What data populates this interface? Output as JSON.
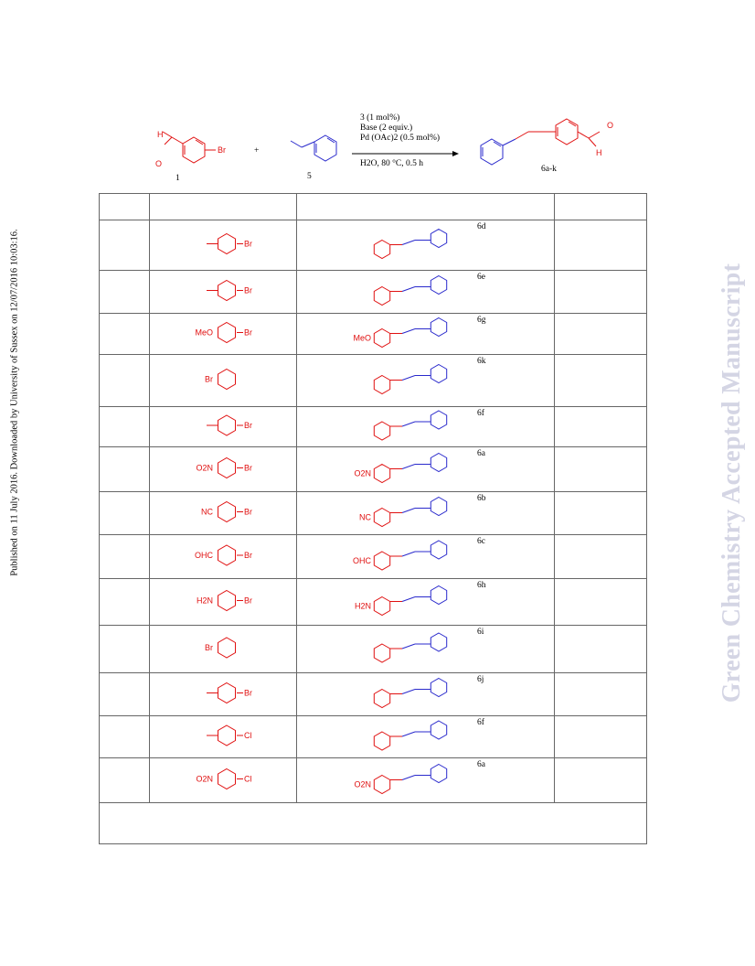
{
  "sidebar_text": "Published on 11 July 2016. Downloaded by University of Sussex on 12/07/2016 10:03:16.",
  "watermark": "Green Chemistry Accepted Manuscript",
  "scheme": {
    "reactant1_label": "1",
    "reactant1_sub": "Br",
    "reactant2_label": "5",
    "plus": "+",
    "product_label": "6a-k",
    "conditions": [
      "3 (1 mol%)",
      "Base (2 equiv.)",
      "Pd (OAc)2 (0.5 mol%)"
    ],
    "conditions_below": "H2O, 80 °C, 0.5 h"
  },
  "rows": [
    {
      "halide_left": "",
      "halide_right": "Br",
      "product_left": "",
      "product": "6d"
    },
    {
      "halide_left": "",
      "halide_right": "Br",
      "product_left": "",
      "product": "6e"
    },
    {
      "halide_left": "MeO",
      "halide_right": "Br",
      "product_left": "MeO",
      "product": "6g"
    },
    {
      "halide_left": "Br",
      "halide_right": "",
      "product_left": "",
      "product": "6k"
    },
    {
      "halide_left": "",
      "halide_right": "Br",
      "product_left": "",
      "product": "6f"
    },
    {
      "halide_left": "O2N",
      "halide_right": "Br",
      "product_left": "O2N",
      "product": "6a"
    },
    {
      "halide_left": "NC",
      "halide_right": "Br",
      "product_left": "NC",
      "product": "6b"
    },
    {
      "halide_left": "OHC",
      "halide_right": "Br",
      "product_left": "OHC",
      "product": "6c"
    },
    {
      "halide_left": "H2N",
      "halide_right": "Br",
      "product_left": "H2N",
      "product": "6h"
    },
    {
      "halide_left": "Br",
      "halide_right": "",
      "product_left": "",
      "product": "6i"
    },
    {
      "halide_left": "",
      "halide_right": "Br",
      "product_left": "",
      "product": "6j"
    },
    {
      "halide_left": "",
      "halide_right": "Cl",
      "product_left": "",
      "product": "6f"
    },
    {
      "halide_left": "O2N",
      "halide_right": "Cl",
      "product_left": "O2N",
      "product": "6a"
    }
  ],
  "colors": {
    "halide": "#e01010",
    "styrene": "#2a2acc",
    "watermark": "#d4d5e4"
  }
}
